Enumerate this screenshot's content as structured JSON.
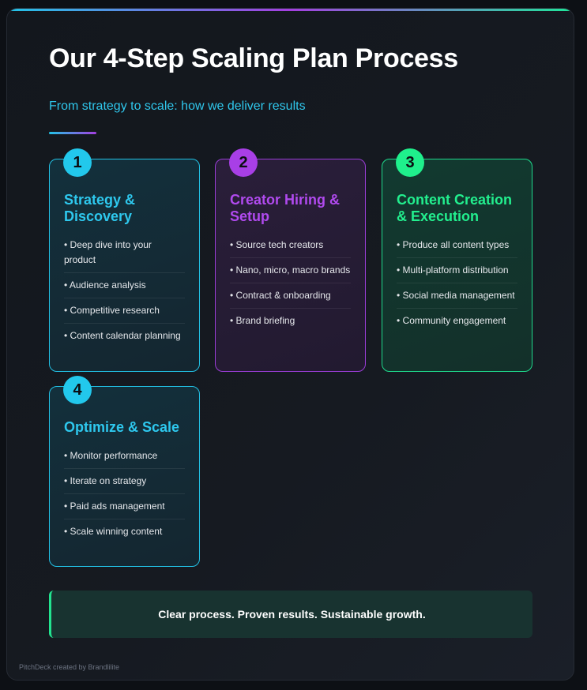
{
  "title": "Our 4-Step Scaling Plan Process",
  "subtitle": "From strategy to scale: how we deliver results",
  "colors": {
    "cyan": "#22c8ec",
    "purple": "#a83fe6",
    "green": "#1ff08c",
    "background": "#13171d"
  },
  "steps": [
    {
      "number": "1",
      "title": "Strategy & Discovery",
      "accent": "cyan",
      "items": [
        "• Deep dive into your product",
        "• Audience analysis",
        "• Competitive research",
        "• Content calendar planning"
      ]
    },
    {
      "number": "2",
      "title": "Creator Hiring & Setup",
      "accent": "purple",
      "items": [
        "• Source tech creators",
        "• Nano, micro, macro brands",
        "• Contract & onboarding",
        "• Brand briefing"
      ]
    },
    {
      "number": "3",
      "title": "Content Creation & Execution",
      "accent": "green",
      "items": [
        "• Produce all content types",
        "• Multi-platform distribution",
        "• Social media management",
        "• Community engagement"
      ]
    },
    {
      "number": "4",
      "title": "Optimize & Scale",
      "accent": "cyan",
      "items": [
        "• Monitor performance",
        "• Iterate on strategy",
        "• Paid ads management",
        "• Scale winning content"
      ]
    }
  ],
  "footer": "Clear process. Proven results. Sustainable growth.",
  "credit": "PitchDeck created by Brandlilite"
}
